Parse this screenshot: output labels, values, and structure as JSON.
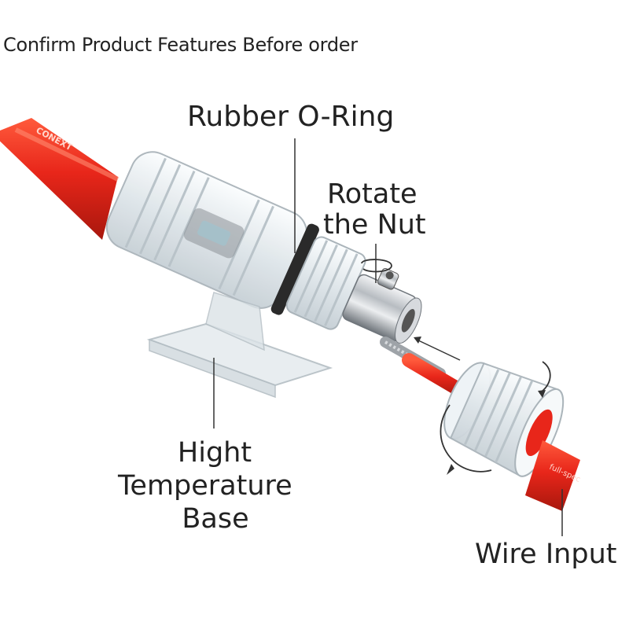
{
  "caption": "Confirm Product Features Before order",
  "labels": {
    "oring": "Rubber O-Ring",
    "nut_line1": "Rotate",
    "nut_line2": "the Nut",
    "base_line1": "Hight",
    "base_line2": "Temperature",
    "base_line3": "Base",
    "wire": "Wire Input"
  },
  "cable_text": {
    "left": "CONEXT",
    "right": "full-spec"
  },
  "colors": {
    "cable": "#e8261a",
    "cable_dark": "#b51a10",
    "clear_plastic": "#eef3f6",
    "metal": "#c9ccd0",
    "oring": "#2a2a2a",
    "line": "#333333"
  }
}
